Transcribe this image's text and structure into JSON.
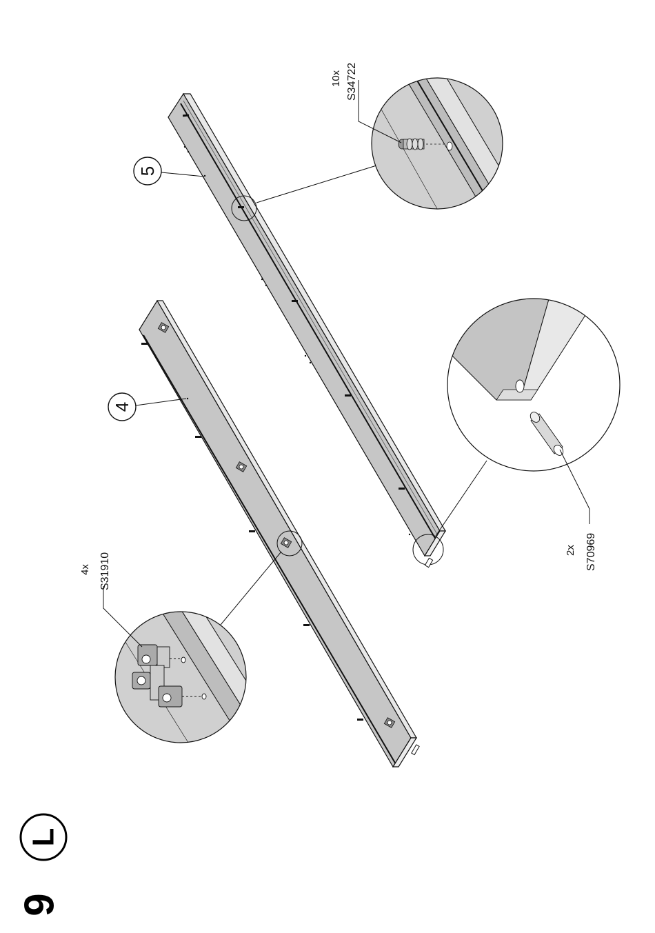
{
  "page": {
    "page_number": "9",
    "step_letter": "L"
  },
  "parts": {
    "board_4": {
      "number": "4"
    },
    "board_5": {
      "number": "5"
    },
    "fitting_a": {
      "quantity": "4x",
      "code": "S31910"
    },
    "fitting_b": {
      "quantity": "10x",
      "code": "S34722"
    },
    "fitting_c": {
      "quantity": "2x",
      "code": "S70969"
    }
  },
  "colors": {
    "board_fill": "#c8c8c8",
    "board_side": "#e6e6e6",
    "detail_fill": "#cfcfcf",
    "line": "#111111"
  }
}
